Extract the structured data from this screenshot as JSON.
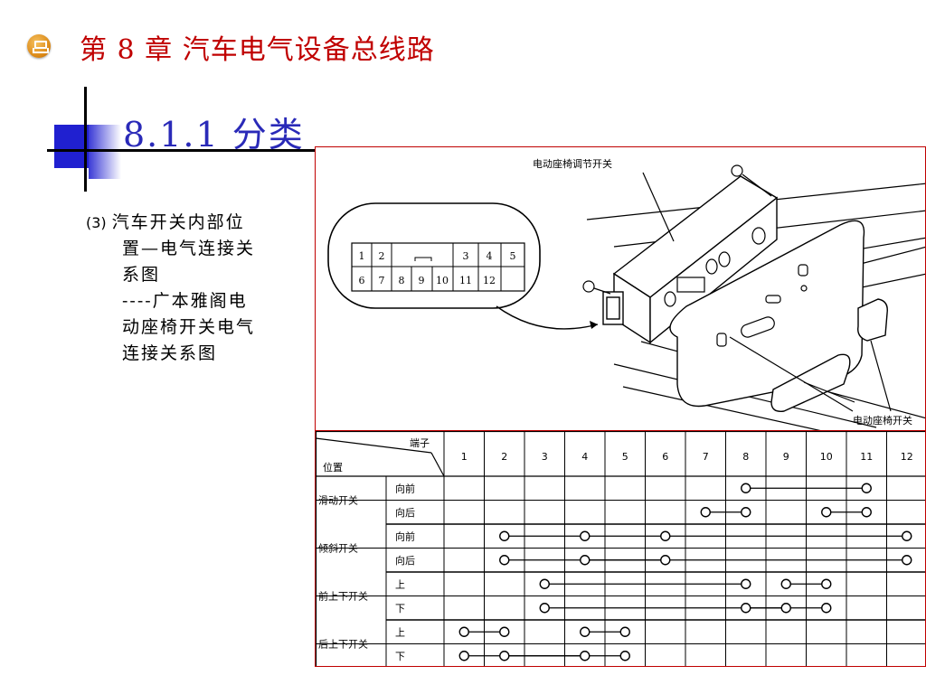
{
  "header": {
    "chapter_title": "第 8 章  汽车电气设备总线路"
  },
  "section": {
    "title": "8.1.1  分类"
  },
  "description": {
    "number": "(3)",
    "lines": [
      "汽车开关内部位",
      "置—电气连接关",
      "系图",
      "----广本雅阁电",
      "动座椅开关电气",
      "连接关系图"
    ]
  },
  "diagram": {
    "label_switch_assembly": "电动座椅调节开关",
    "label_switch": "电动座椅开关",
    "connector_pins_top": [
      "1",
      "2",
      "",
      "3",
      "4",
      "5"
    ],
    "connector_pins_bottom": [
      "6",
      "7",
      "8",
      "9",
      "10",
      "11",
      "12"
    ]
  },
  "table": {
    "header_terminal": "端子",
    "header_position": "位置",
    "terminals": [
      "1",
      "2",
      "3",
      "4",
      "5",
      "6",
      "7",
      "8",
      "9",
      "10",
      "11",
      "12"
    ],
    "groups": [
      {
        "name": "滑动开关",
        "rows": [
          {
            "label": "向前",
            "dots": [
              8,
              11
            ],
            "links": [
              [
                8,
                11
              ]
            ]
          },
          {
            "label": "向后",
            "dots": [
              7,
              8,
              10,
              11
            ],
            "links": [
              [
                7,
                8
              ],
              [
                10,
                11
              ]
            ]
          }
        ]
      },
      {
        "name": "倾斜开关",
        "rows": [
          {
            "label": "向前",
            "dots": [
              2,
              4,
              6,
              12
            ],
            "links": [
              [
                2,
                12
              ]
            ]
          },
          {
            "label": "向后",
            "dots": [
              2,
              4,
              6,
              12
            ],
            "links": [
              [
                2,
                6
              ],
              [
                4,
                12
              ]
            ]
          }
        ]
      },
      {
        "name": "前上下开关",
        "rows": [
          {
            "label": "上",
            "dots": [
              3,
              8,
              9,
              10
            ],
            "links": [
              [
                3,
                8
              ],
              [
                9,
                10
              ]
            ]
          },
          {
            "label": "下",
            "dots": [
              3,
              8,
              9,
              10
            ],
            "links": [
              [
                8,
                9
              ],
              [
                3,
                10
              ]
            ]
          }
        ]
      },
      {
        "name": "后上下开关",
        "rows": [
          {
            "label": "上",
            "dots": [
              1,
              2,
              4,
              5
            ],
            "links": [
              [
                1,
                2
              ],
              [
                4,
                5
              ]
            ]
          },
          {
            "label": "下",
            "dots": [
              1,
              2,
              4,
              5
            ],
            "links": [
              [
                1,
                4
              ],
              [
                2,
                5
              ]
            ]
          }
        ]
      }
    ]
  }
}
